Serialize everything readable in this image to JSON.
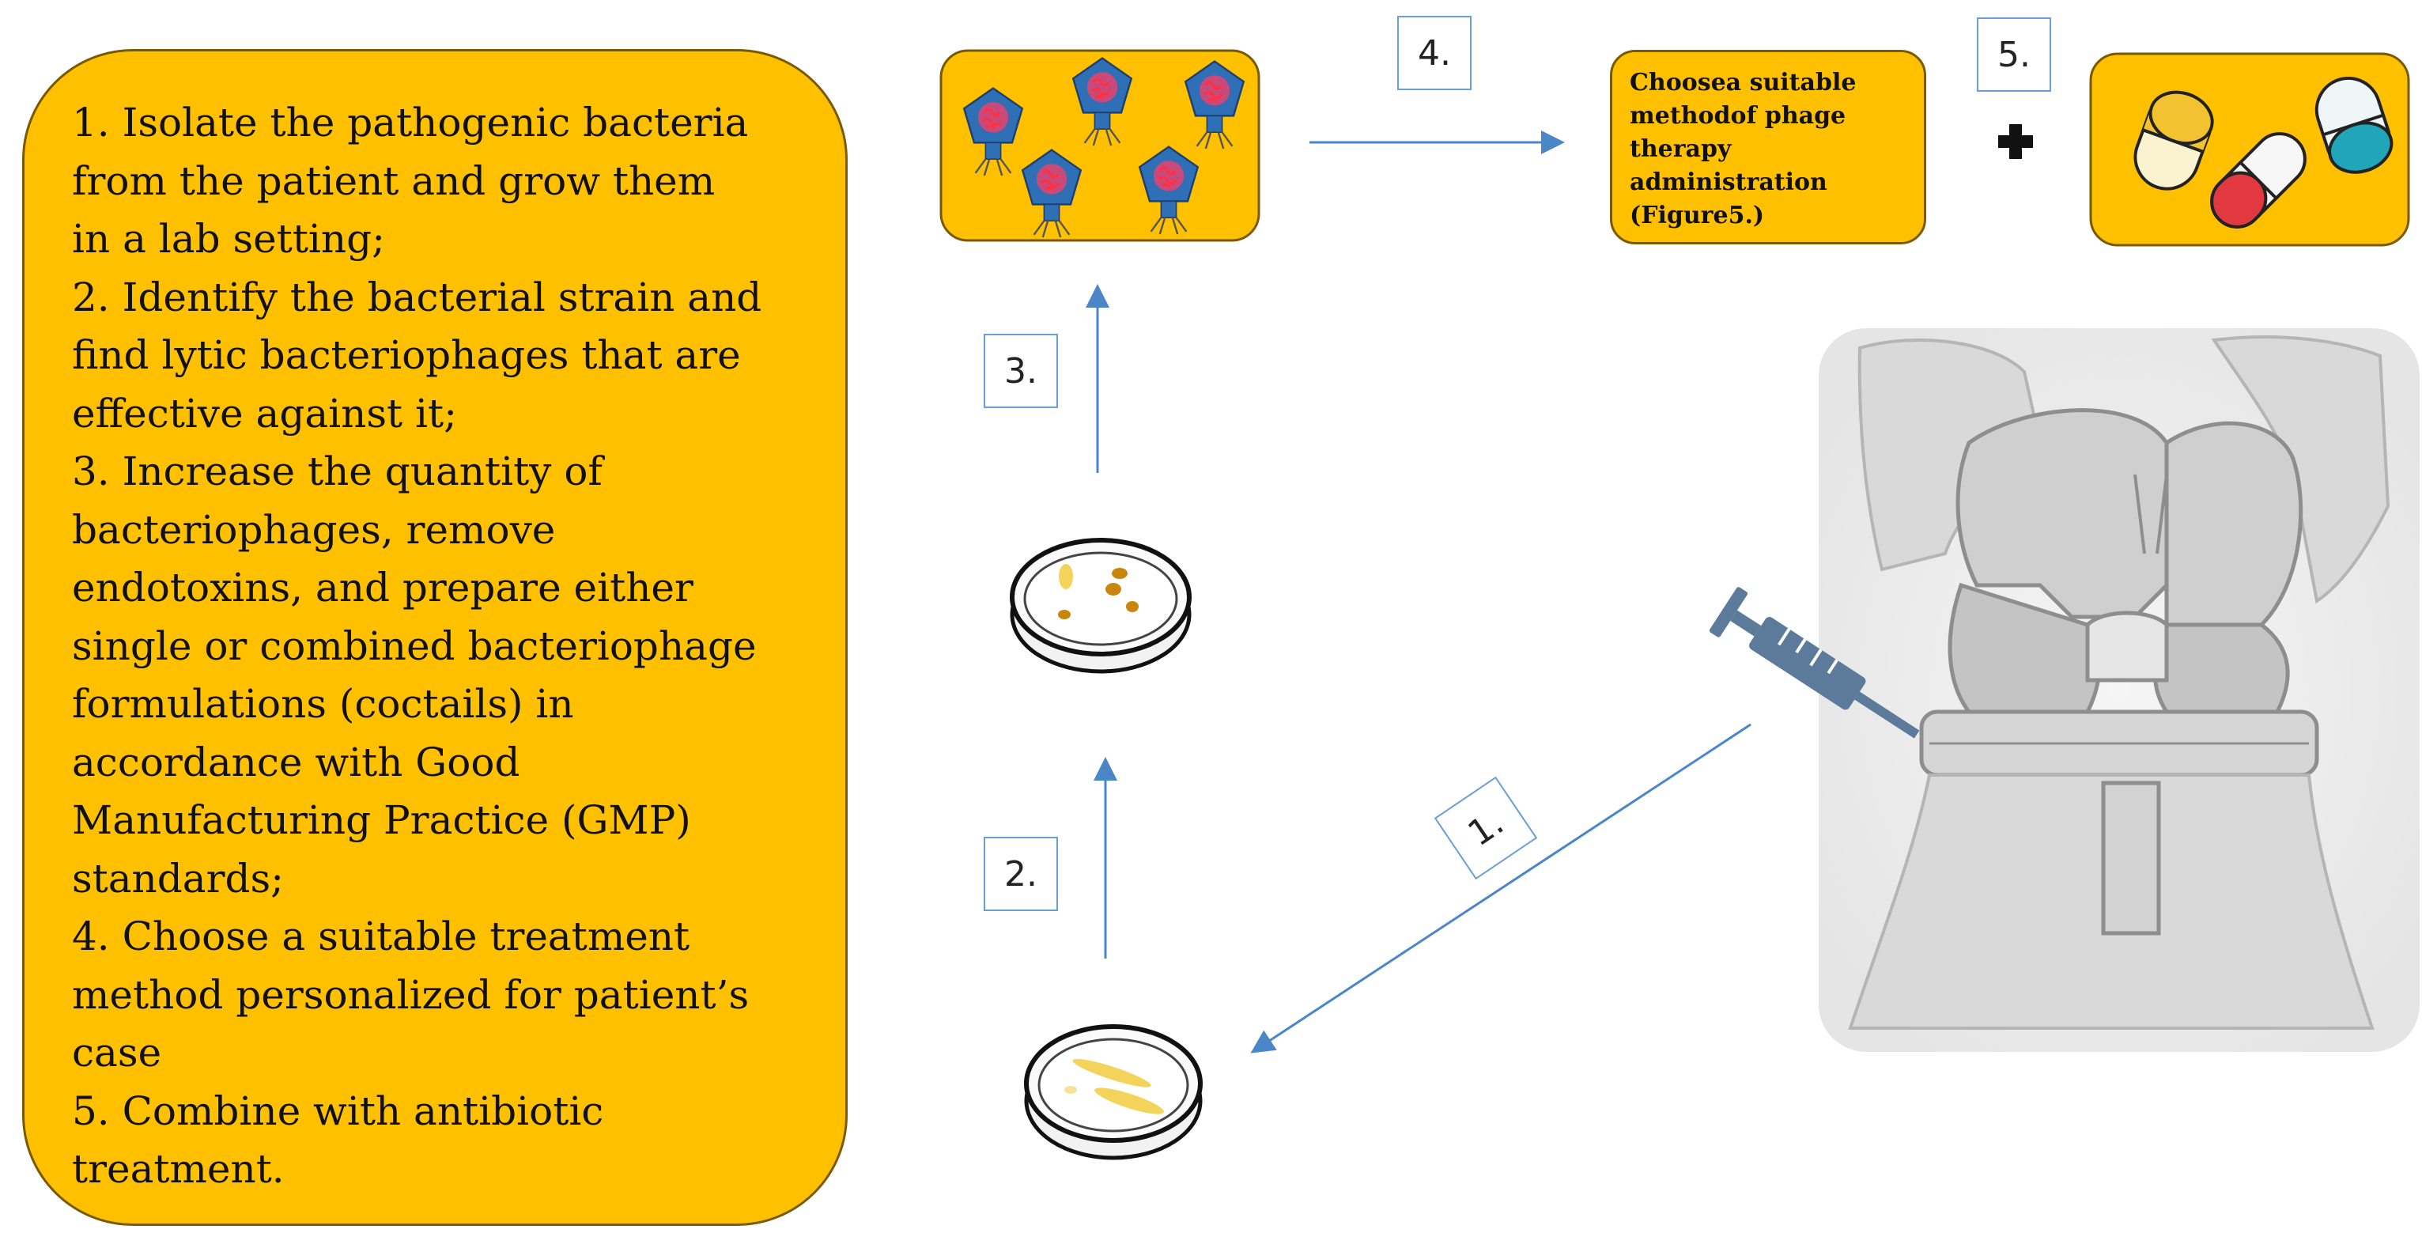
{
  "steps": {
    "lines": [
      "1. Isolate the pathogenic bacteria",
      "from the patient and grow them",
      "in a lab setting;",
      "2. Identify the bacterial strain and",
      "find lytic bacteriophages that are",
      "effective against it;",
      "3. Increase the quantity of",
      "bacteriophages, remove",
      "endotoxins, and prepare either",
      "single or combined bacteriophage",
      "formulations (coctails) in",
      "accordance with Good",
      "Manufacturing Practice (GMP)",
      "standards;",
      "4. Choose a suitable treatment",
      "method personalized for patient’s",
      "case",
      "5. Combine with antibiotic",
      "treatment."
    ]
  },
  "labels": {
    "step1": "1.",
    "step2": "2.",
    "step3": "3.",
    "step4": "4.",
    "step5": "5."
  },
  "method": {
    "lines": [
      "Choosea suitable",
      "methodof phage",
      "therapy",
      "administration",
      "(Figure5.)"
    ]
  },
  "colors": {
    "box_fill": "#FFC000",
    "box_border": "#7a5a00",
    "arrow": "#4a86c8",
    "phage_body": "#2f6fb5",
    "phage_dna": "#e8303a",
    "knee_gray": "#cfcfcf",
    "syringe": "#5c7a99"
  },
  "icons": {
    "phages": "bacteriophage-icon",
    "capsules": "capsule-icon",
    "plus": "plus-icon",
    "petri": "petri-dish-icon",
    "syringe": "syringe-icon",
    "knee": "knee-implant-illustration"
  }
}
